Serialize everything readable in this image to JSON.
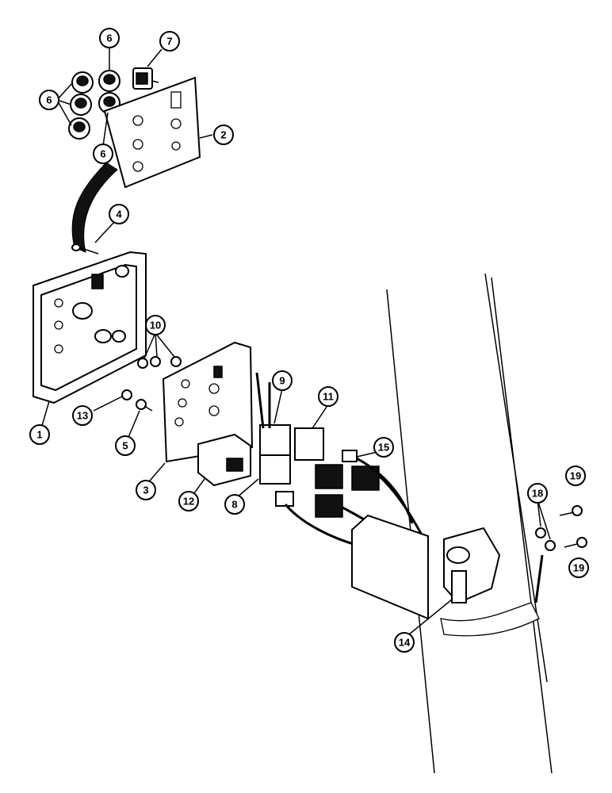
{
  "callouts": [
    {
      "id": "c1",
      "label": "1"
    },
    {
      "id": "c2",
      "label": "2"
    },
    {
      "id": "c3",
      "label": "3"
    },
    {
      "id": "c4",
      "label": "4"
    },
    {
      "id": "c5",
      "label": "5"
    },
    {
      "id": "c6a",
      "label": "6"
    },
    {
      "id": "c6b",
      "label": "6"
    },
    {
      "id": "c6c",
      "label": "6"
    },
    {
      "id": "c7",
      "label": "7"
    },
    {
      "id": "c8",
      "label": "8"
    },
    {
      "id": "c9",
      "label": "9"
    },
    {
      "id": "c10",
      "label": "10"
    },
    {
      "id": "c11",
      "label": "11"
    },
    {
      "id": "c12",
      "label": "12"
    },
    {
      "id": "c13",
      "label": "13"
    },
    {
      "id": "c14",
      "label": "14"
    },
    {
      "id": "c15",
      "label": "15"
    },
    {
      "id": "c18",
      "label": "18"
    },
    {
      "id": "c19a",
      "label": "19"
    },
    {
      "id": "c19b",
      "label": "19"
    }
  ]
}
